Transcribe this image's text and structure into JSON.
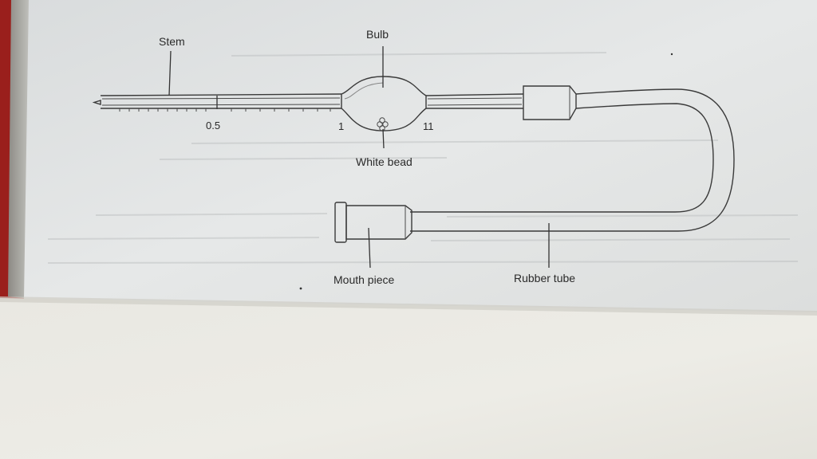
{
  "diagram": {
    "labels": {
      "stem": "Stem",
      "bulb": "Bulb",
      "white_bead": "White bead",
      "mouth_piece": "Mouth piece",
      "rubber_tube": "Rubber tube"
    },
    "scale_marks": {
      "half": "0.5",
      "one": "1",
      "eleven": "11"
    }
  },
  "colors": {
    "page": "#e4e6e6",
    "ink": "#3a3a3a",
    "lower_page": "#ebeae4",
    "left_edge_red": "#9a1f1c"
  }
}
